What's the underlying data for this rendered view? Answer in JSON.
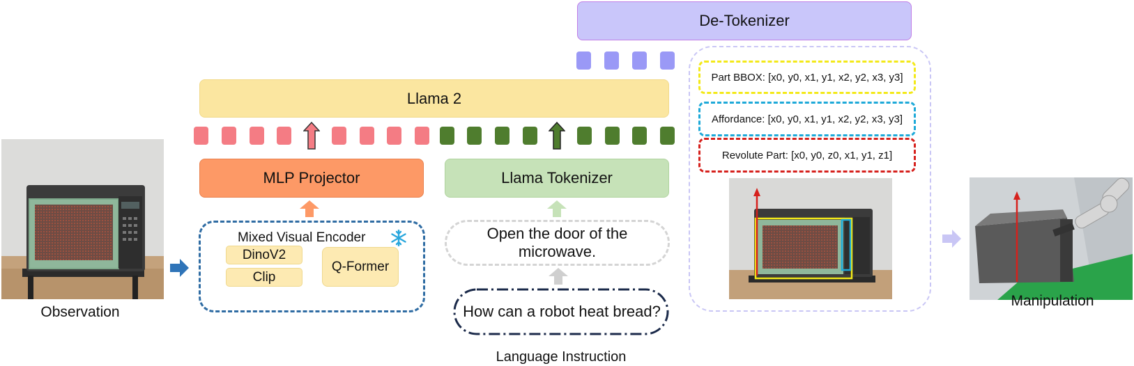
{
  "observation": {
    "caption": "Observation"
  },
  "manipulation": {
    "caption": "Manipulation"
  },
  "language_instruction": {
    "caption": "Language Instruction"
  },
  "modules": {
    "llama2": "Llama 2",
    "mlp_projector": "MLP Projector",
    "llama_tokenizer": "Llama Tokenizer",
    "de_tokenizer": "De-Tokenizer"
  },
  "visual_encoder": {
    "title": "Mixed Visual Encoder",
    "dinov2": "DinoV2",
    "clip": "Clip",
    "qformer": "Q-Former",
    "frozen_icon": "snowflake-icon"
  },
  "prompts": {
    "instruction": "Open the door of the microwave.",
    "question": "How can a robot heat bread?"
  },
  "outputs": {
    "part_bbox": "Part BBOX: [x0, y0, x1, y1, x2, y2, x3, y3]",
    "affordance": "Affordance: [x0, y0, x1, y1, x2, y2, x3, y3]",
    "revolute_part": "Revolute Part: [x0, y0, z0, x1, y1, z1]"
  },
  "colors": {
    "visual_token": "#f47c84",
    "text_token": "#4f7d2e",
    "output_token": "#9a99f6",
    "part_bbox": "#f3e919",
    "affordance": "#1da9d8",
    "revolute_part": "#d6211d"
  }
}
